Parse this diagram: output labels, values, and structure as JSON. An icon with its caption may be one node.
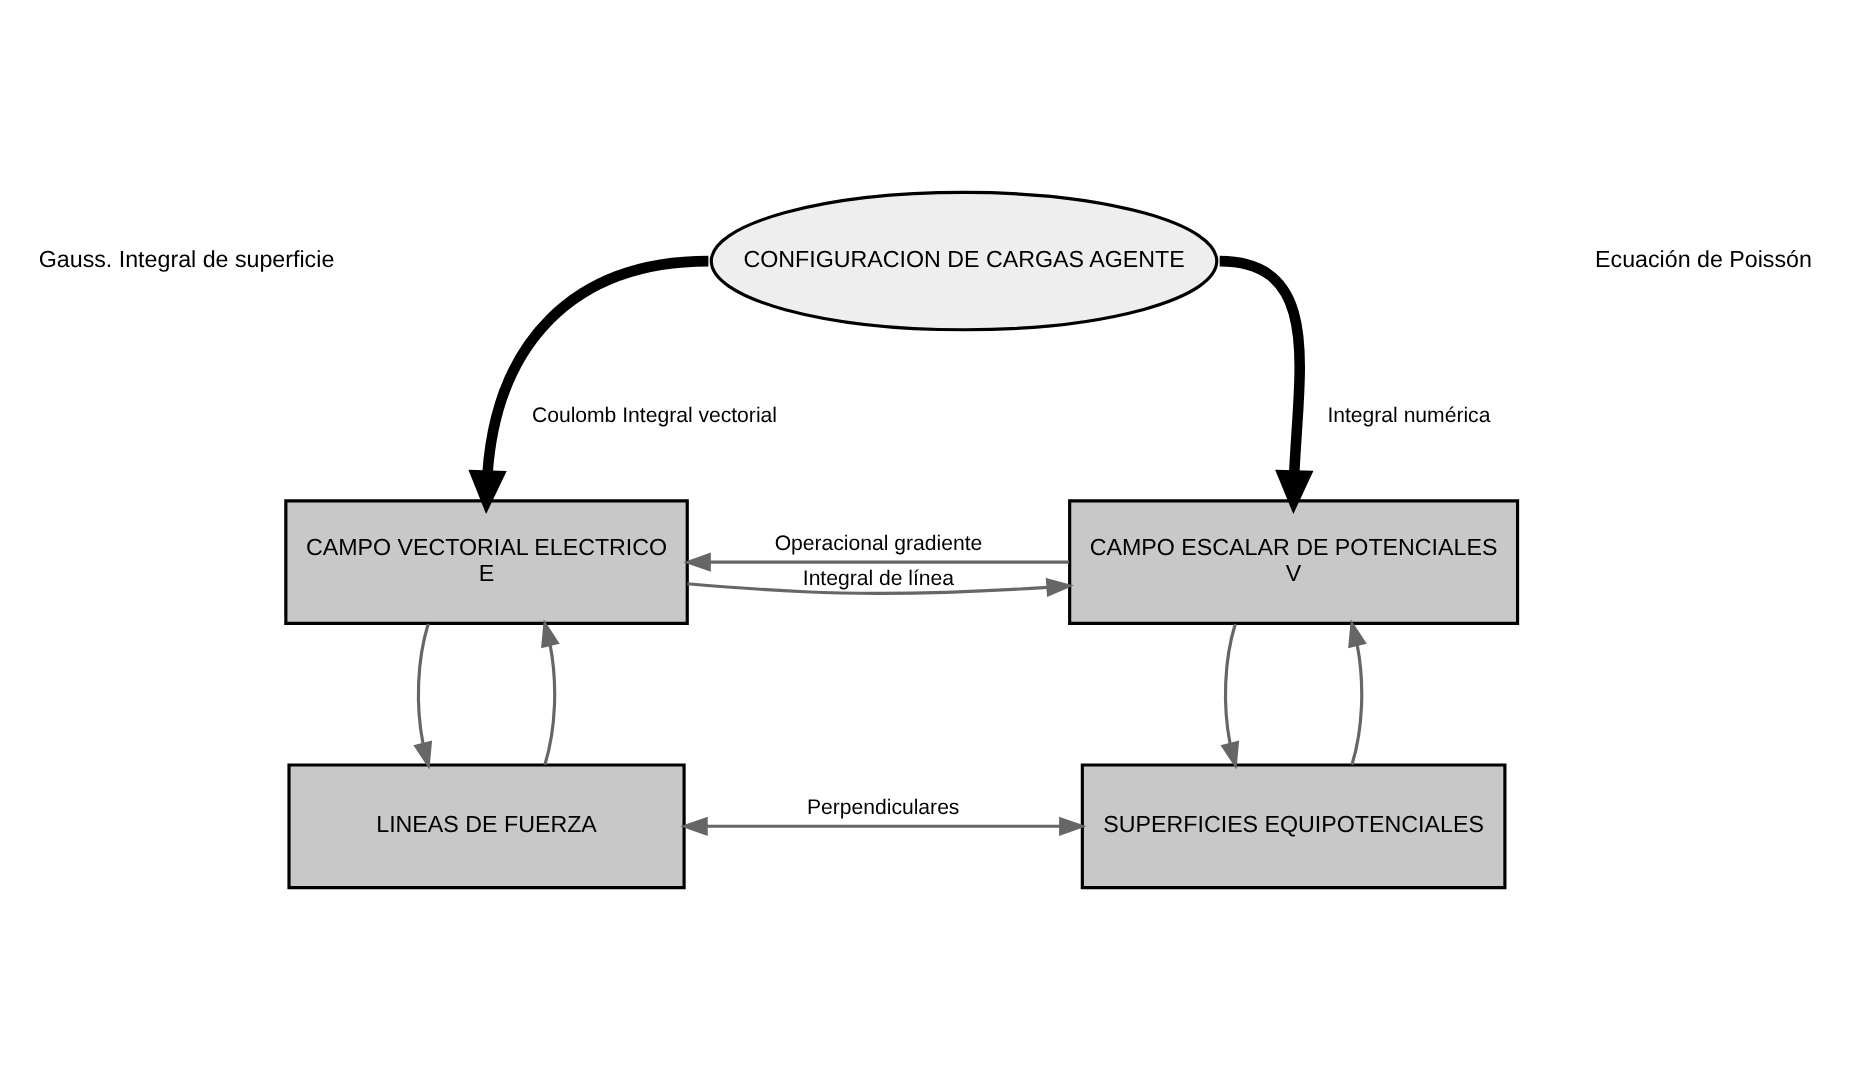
{
  "diagram": {
    "nodes": [
      {
        "text": [
          "CONFIGURACION DE CARGAS AGENTE"
        ]
      },
      {
        "text": [
          "CAMPO VECTORIAL ELECTRICO",
          "E"
        ]
      },
      {
        "text": [
          "CAMPO ESCALAR DE POTENCIALES",
          "V"
        ]
      },
      {
        "text": [
          "LINEAS DE FUERZA"
        ]
      },
      {
        "text": [
          "SUPERFICIES EQUIPOTENCIALES"
        ]
      }
    ],
    "edges": [
      {
        "from": 0,
        "to": 1,
        "arrow": "to",
        "label": "Coulomb Integral vectorial",
        "style": "thick",
        "color": "#000000"
      },
      {
        "from": 0,
        "to": 2,
        "arrow": "to",
        "label": "Integral numérica",
        "style": "thick",
        "color": "#000000"
      },
      {
        "from": 1,
        "to": 2,
        "arrow": "to",
        "label": "Integral de línea"
      },
      {
        "from": 2,
        "to": 1,
        "arrow": "to",
        "label": "Operacional gradiente"
      },
      {
        "from": 1,
        "to": 3,
        "arrow": "to"
      },
      {
        "from": 3,
        "to": 1,
        "arrow": "to"
      },
      {
        "from": 2,
        "to": 4,
        "arrow": "to"
      },
      {
        "from": 4,
        "to": 2,
        "arrow": "to"
      },
      {
        "from": 3,
        "to": 4,
        "arrow": "both",
        "label": "Perpendiculares"
      }
    ],
    "labels": [
      "Gauss. Integral de superficie",
      "Ecuación de Poissón"
    ]
  }
}
